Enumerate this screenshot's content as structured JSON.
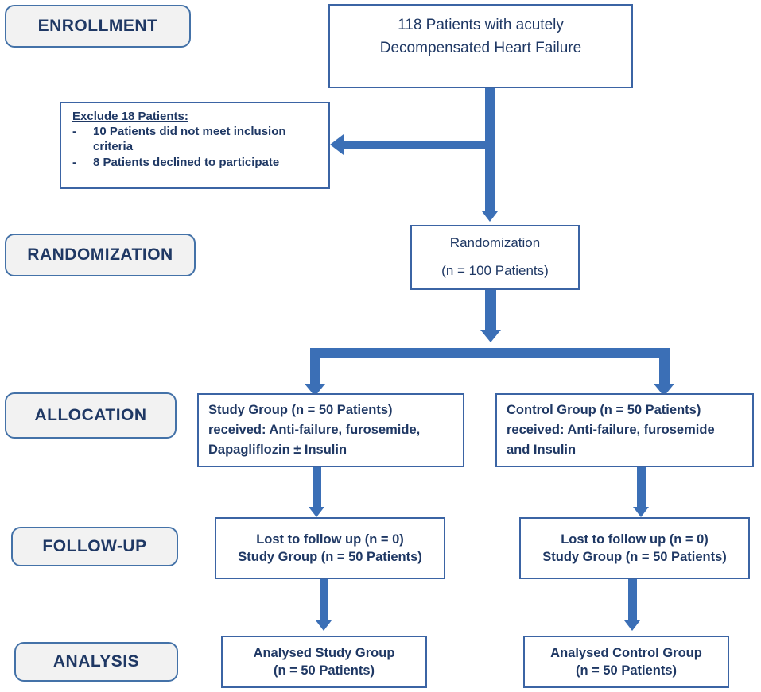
{
  "diagram": {
    "title": "CONSORT study flow diagram",
    "colors": {
      "box_border": "#3b64a4",
      "pill_border": "#4472a8",
      "pill_fill": "#f2f2f2",
      "text": "#1f3864",
      "arrow": "#3b6fb6",
      "background": "#ffffff"
    }
  },
  "stages": [
    {
      "id": "enrollment",
      "label": "ENROLLMENT"
    },
    {
      "id": "randomization",
      "label": "RANDOMIZATION"
    },
    {
      "id": "allocation",
      "label": "ALLOCATION"
    },
    {
      "id": "followup",
      "label": "FOLLOW-UP"
    },
    {
      "id": "analysis",
      "label": "ANALYSIS"
    }
  ],
  "boxes": {
    "enrollment": {
      "line1": "118 Patients with acutely",
      "line2": "Decompensated Heart Failure"
    },
    "exclusion": {
      "title": "Exclude 18 Patients:",
      "dash": "-",
      "items": [
        "10 Patients did not meet inclusion criteria",
        "8 Patients declined to participate"
      ]
    },
    "randomization": {
      "line1": "Randomization",
      "line2": "(n = 100 Patients)"
    },
    "study_group": {
      "line1": "Study Group (n = 50 Patients)",
      "line2": "received: Anti-failure, furosemide,",
      "line3": "Dapagliflozin ± Insulin"
    },
    "control_group": {
      "line1": "Control Group (n = 50 Patients)",
      "line2": "received: Anti-failure, furosemide",
      "line3": "and Insulin"
    },
    "followup_left": {
      "line1": "Lost to follow up (n = 0)",
      "line2": "Study Group (n = 50 Patients)"
    },
    "followup_right": {
      "line1": "Lost to follow up (n = 0)",
      "line2": "Study Group (n = 50 Patients)"
    },
    "analysis_left": {
      "line1": "Analysed Study Group",
      "line2": "(n = 50 Patients)"
    },
    "analysis_right": {
      "line1": "Analysed Control Group",
      "line2": "(n = 50 Patients)"
    }
  }
}
